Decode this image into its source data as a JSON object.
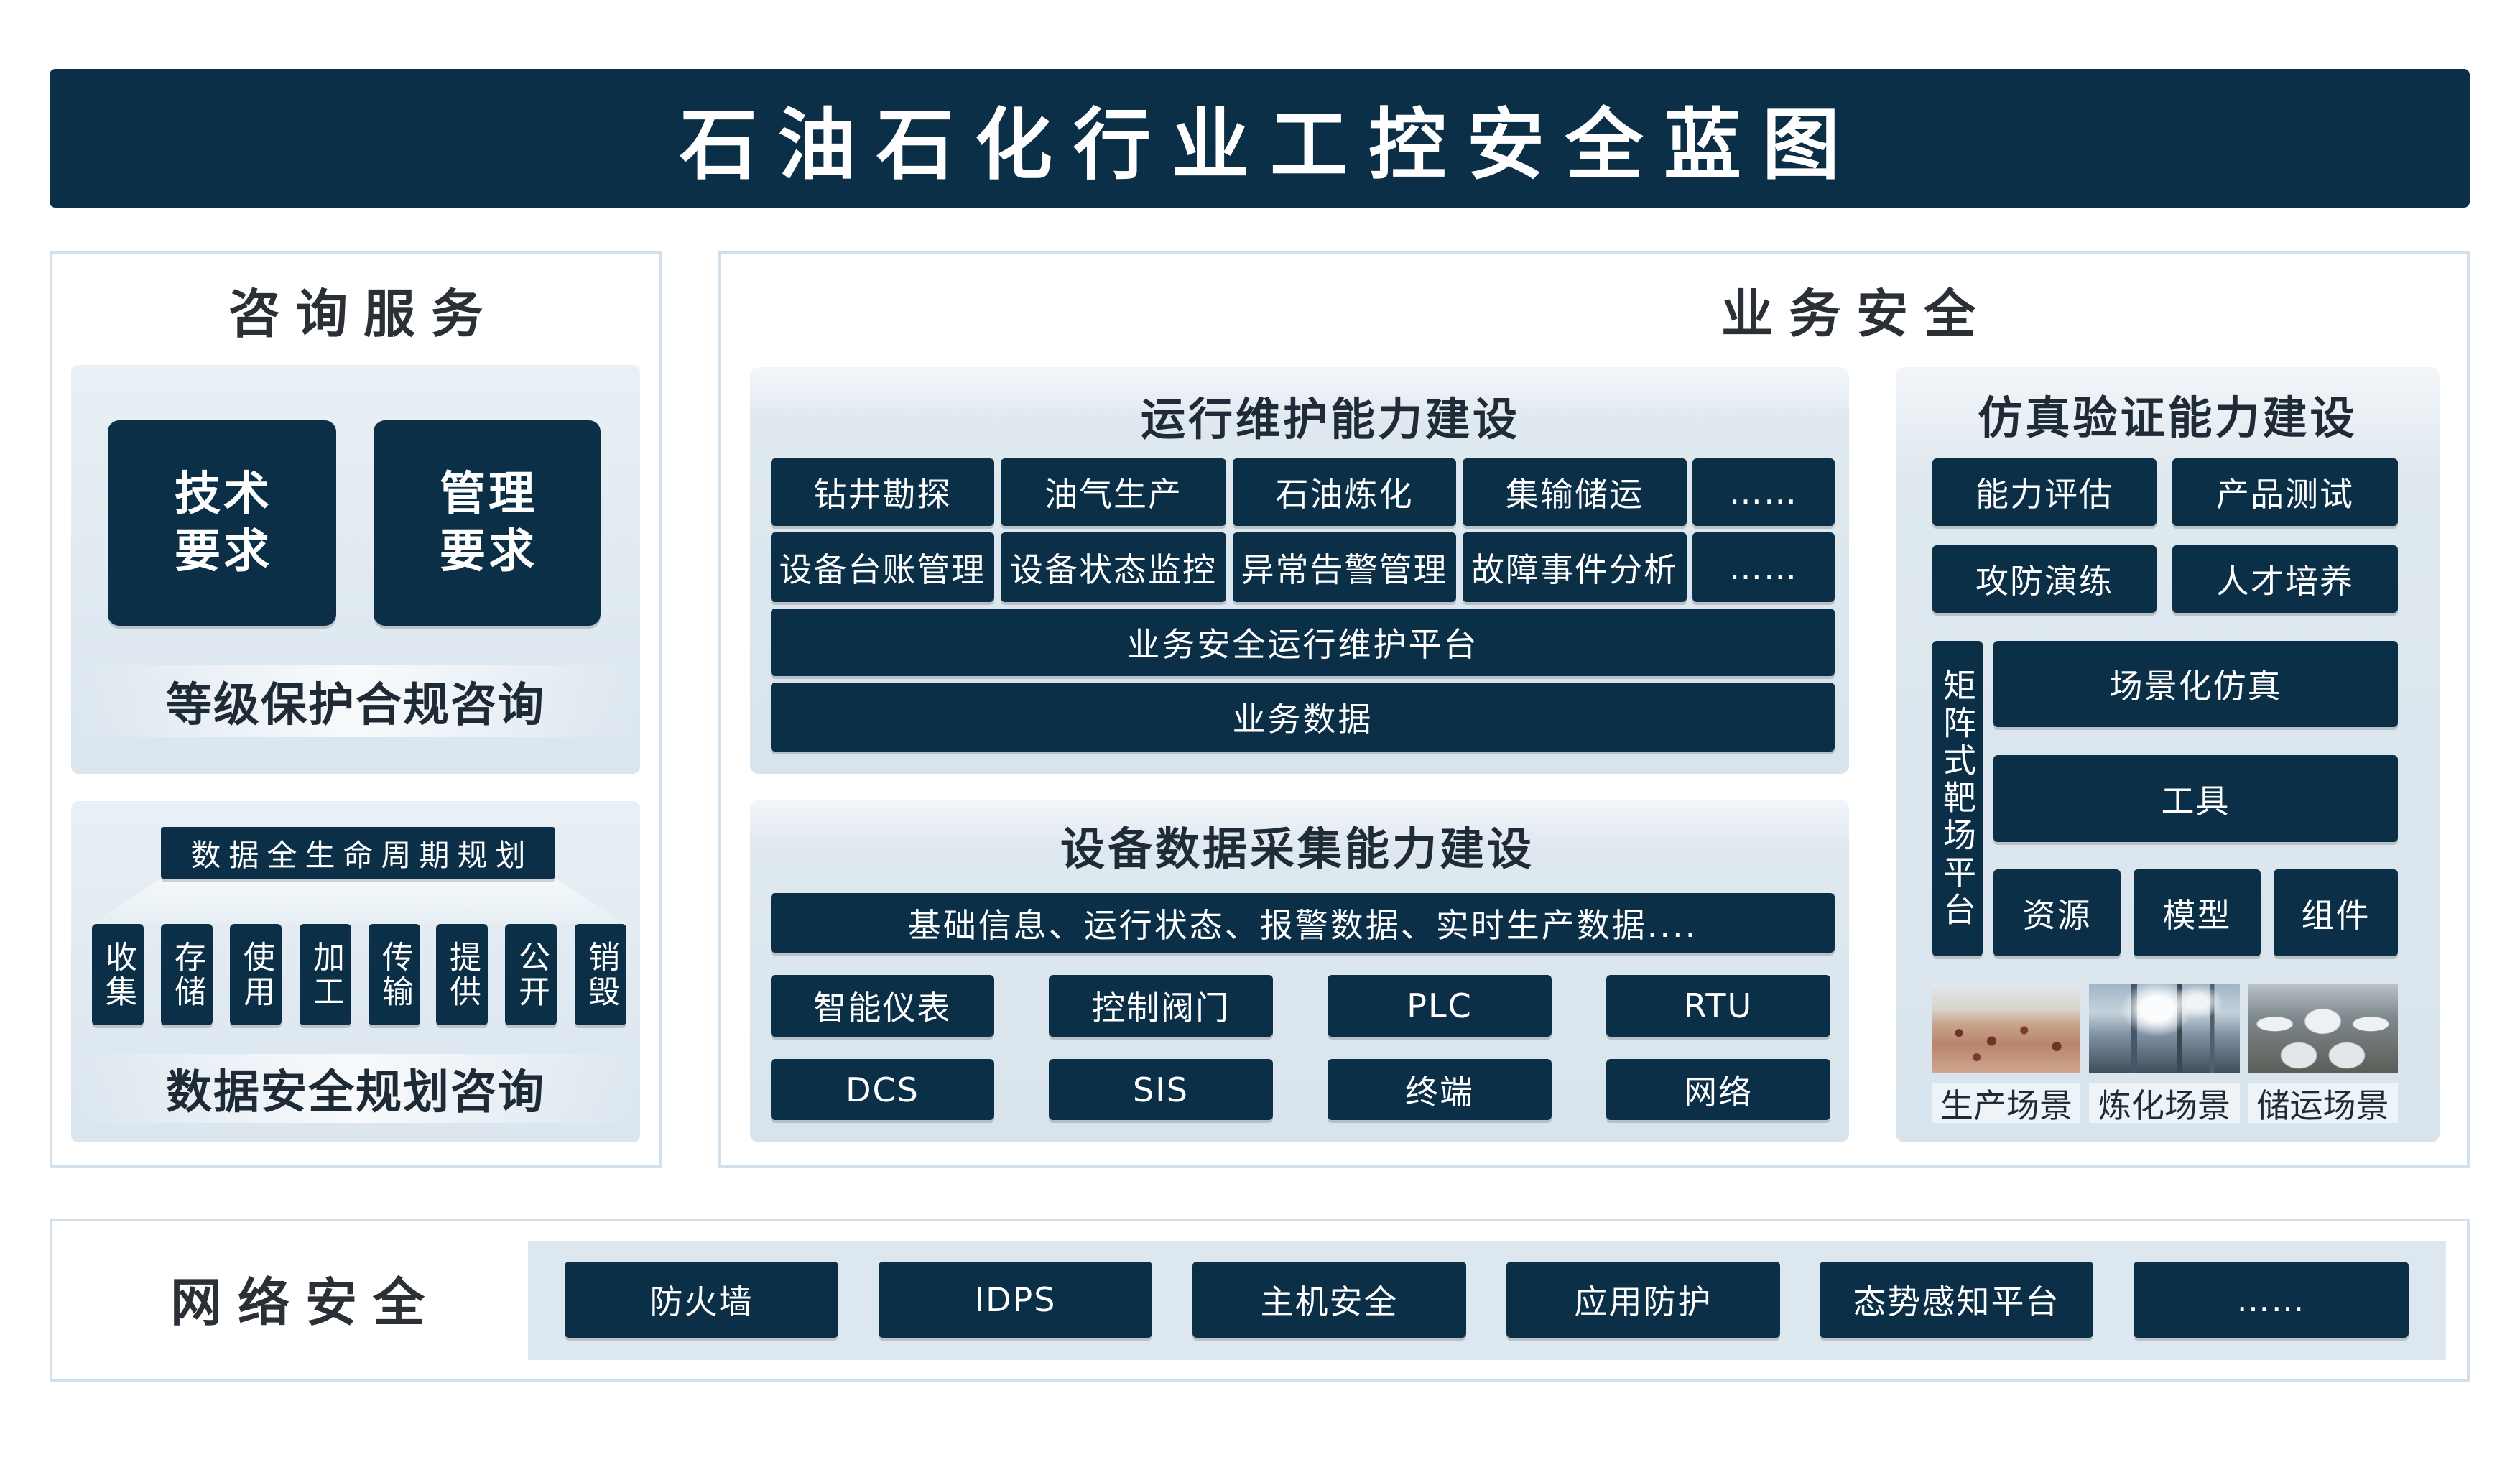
{
  "title": "石油石化行业工控安全蓝图",
  "consulting": {
    "heading": "咨询服务",
    "requirements": [
      {
        "lines": [
          "技术",
          "要求"
        ]
      },
      {
        "lines": [
          "管理",
          "要求"
        ]
      }
    ],
    "compliance_label": "等级保护合规咨询",
    "lifecycle": {
      "title": "数据全生命周期规划",
      "stages": [
        "收集",
        "存储",
        "使用",
        "加工",
        "传输",
        "提供",
        "公开",
        "销毁"
      ]
    },
    "data_security_label": "数据安全规划咨询"
  },
  "business_security": {
    "heading": "业务安全",
    "operations": {
      "heading": "运行维护能力建设",
      "domains": [
        "钻井勘探",
        "油气生产",
        "石油炼化",
        "集输储运",
        "……"
      ],
      "functions": [
        "设备台账管理",
        "设备状态监控",
        "异常告警管理",
        "故障事件分析",
        "……"
      ],
      "platform": "业务安全运行维护平台",
      "data": "业务数据"
    },
    "collection": {
      "heading": "设备数据采集能力建设",
      "data_types": "基础信息、运行状态、报警数据、实时生产数据....",
      "devices_row1": [
        "智能仪表",
        "控制阀门",
        "PLC",
        "RTU"
      ],
      "devices_row2": [
        "DCS",
        "SIS",
        "终端",
        "网络"
      ]
    },
    "simulation": {
      "heading": "仿真验证能力建设",
      "services": [
        "能力评估",
        "产品测试",
        "攻防演练",
        "人才培养"
      ],
      "range_platform": "矩阵式靶场平台",
      "layers": [
        "场景化仿真",
        "工具"
      ],
      "components": [
        "资源",
        "模型",
        "组件"
      ],
      "scenes": [
        "生产场景",
        "炼化场景",
        "储运场景"
      ]
    }
  },
  "network_security": {
    "heading": "网络安全",
    "items": [
      "防火墙",
      "IDPS",
      "主机安全",
      "应用防护",
      "态势感知平台",
      "……"
    ]
  },
  "colors": {
    "primary_dark": "#0c2f48",
    "panel_light": "#dce7ef",
    "panel_border": "#d3e0e9"
  }
}
